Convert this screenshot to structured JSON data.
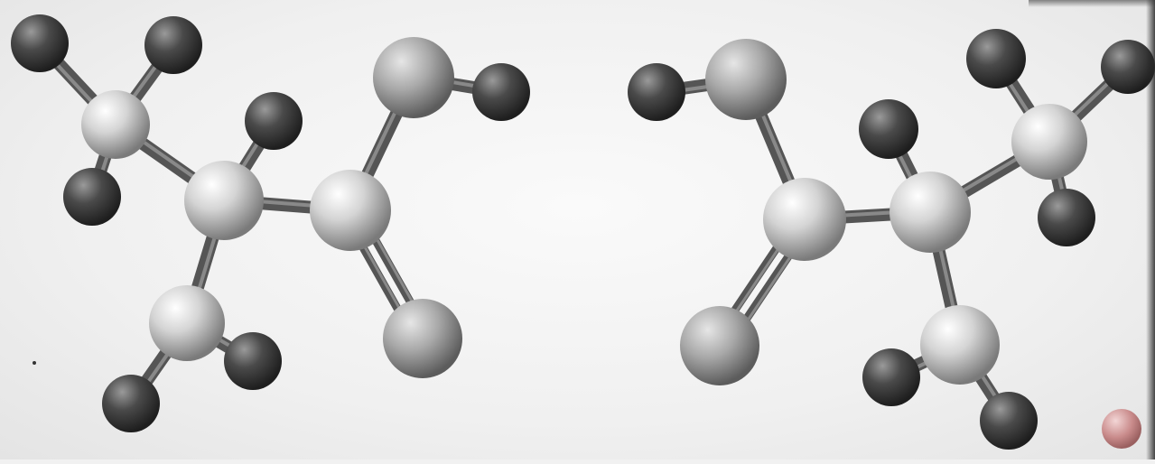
{
  "molecules": [
    {
      "name": "molecule-left",
      "atoms": [
        {
          "id": "c1",
          "type": "light"
        },
        {
          "id": "c2",
          "type": "light"
        },
        {
          "id": "c3",
          "type": "light"
        },
        {
          "id": "c4",
          "type": "light"
        },
        {
          "id": "o1",
          "type": "light"
        },
        {
          "id": "o2",
          "type": "light"
        },
        {
          "id": "h-oh",
          "type": "dark"
        },
        {
          "id": "h1",
          "type": "dark"
        },
        {
          "id": "h2",
          "type": "dark"
        },
        {
          "id": "h3",
          "type": "dark"
        },
        {
          "id": "h4",
          "type": "dark"
        },
        {
          "id": "h5",
          "type": "dark"
        },
        {
          "id": "h6",
          "type": "dark"
        },
        {
          "id": "h7",
          "type": "dark"
        }
      ],
      "bonds": [
        {
          "a": "c1",
          "b": "h1",
          "order": 1
        },
        {
          "a": "c1",
          "b": "h2",
          "order": 1
        },
        {
          "a": "c1",
          "b": "h3",
          "order": 1
        },
        {
          "a": "c1",
          "b": "c2",
          "order": 1
        },
        {
          "a": "c2",
          "b": "h4",
          "order": 1
        },
        {
          "a": "c2",
          "b": "c3",
          "order": 1
        },
        {
          "a": "c2",
          "b": "c4",
          "order": 1
        },
        {
          "a": "c3",
          "b": "h5",
          "order": 1
        },
        {
          "a": "c3",
          "b": "h6",
          "order": 1
        },
        {
          "a": "c4",
          "b": "o1",
          "order": 1
        },
        {
          "a": "c4",
          "b": "o2",
          "order": 2
        },
        {
          "a": "o1",
          "b": "h-oh",
          "order": 1
        }
      ]
    },
    {
      "name": "molecule-right",
      "atoms": [
        {
          "id": "o1",
          "type": "light"
        },
        {
          "id": "h-oh",
          "type": "dark"
        },
        {
          "id": "c4",
          "type": "light"
        },
        {
          "id": "o2",
          "type": "light"
        },
        {
          "id": "c2",
          "type": "light"
        },
        {
          "id": "h4",
          "type": "dark"
        },
        {
          "id": "c1",
          "type": "light"
        },
        {
          "id": "h1",
          "type": "dark"
        },
        {
          "id": "h2",
          "type": "dark"
        },
        {
          "id": "h3",
          "type": "dark"
        },
        {
          "id": "c3",
          "type": "light"
        },
        {
          "id": "h5",
          "type": "dark"
        },
        {
          "id": "h6",
          "type": "dark"
        }
      ],
      "bonds": [
        {
          "a": "o1",
          "b": "h-oh",
          "order": 1
        },
        {
          "a": "o1",
          "b": "c4",
          "order": 1
        },
        {
          "a": "c4",
          "b": "o2",
          "order": 2
        },
        {
          "a": "c4",
          "b": "c2",
          "order": 1
        },
        {
          "a": "c2",
          "b": "h4",
          "order": 1
        },
        {
          "a": "c2",
          "b": "c1",
          "order": 1
        },
        {
          "a": "c2",
          "b": "c3",
          "order": 1
        },
        {
          "a": "c1",
          "b": "h1",
          "order": 1
        },
        {
          "a": "c1",
          "b": "h2",
          "order": 1
        },
        {
          "a": "c1",
          "b": "h3",
          "order": 1
        },
        {
          "a": "c3",
          "b": "h5",
          "order": 1
        },
        {
          "a": "c3",
          "b": "h6",
          "order": 1
        }
      ]
    }
  ],
  "colors": {
    "background": "#f1f1f1",
    "light_atom": "#c8c8c8",
    "dark_atom": "#3a3a3a",
    "bond": "#555555",
    "marker": "#c98b8b"
  }
}
